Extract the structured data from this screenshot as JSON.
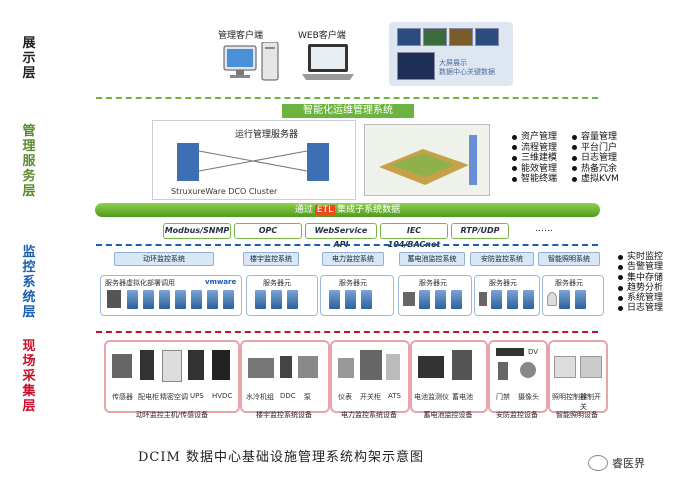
{
  "layers": {
    "presentation": "展示层",
    "management": "管理服务层",
    "monitoring": "监控系统层",
    "field": "现场采集层"
  },
  "presentation": {
    "mgmt_client": "管理客户端",
    "web_client": "WEB客户端",
    "bigscreen_caption_1": "大屏展示",
    "bigscreen_caption_2": "数据中心关键数据"
  },
  "management": {
    "banner": "智能化运维管理系统",
    "server_title": "运行管理服务器",
    "cluster": "StruxureWare DCO Cluster",
    "features_left": [
      "资产管理",
      "流程管理",
      "三维建模",
      "能效管理",
      "智能终端"
    ],
    "features_right": [
      "容量管理",
      "平台门户",
      "日志管理",
      "热备冗余",
      "虚拟KVM"
    ],
    "etl_prefix": "通过",
    "etl_tag": "ETL",
    "etl_suffix": "集成子系统数据"
  },
  "protocols": [
    "Modbus/SNMP",
    "OPC",
    "WebService API",
    "IEC 104/BACnet",
    "RTP/UDP",
    "……"
  ],
  "subsystems": [
    "动环监控系统",
    "楼宇监控系统",
    "电力监控系统",
    "蓄电池监控系统",
    "安防监控系统",
    "智能照明系统"
  ],
  "monitor_groups": {
    "group1": "服务器虚拟化部署调用",
    "vmware": "vmware",
    "server_label": "服务器元"
  },
  "monitor_features": [
    "实时监控",
    "告警管理",
    "集中存储",
    "趋势分析",
    "系统管理",
    "日志管理"
  ],
  "field": {
    "captions": [
      "动环监控主机/传感设备",
      "楼宇监控系统设备",
      "电力监控系统设备",
      "蓄电池监控设备",
      "安防监控设备",
      "智能照明设备"
    ],
    "g1_devices": [
      "传感器",
      "配电柜",
      "精密空调",
      "UPS",
      "HVDC"
    ],
    "g2_devices": [
      "水冷机组",
      "DDC",
      "泵"
    ],
    "g3_devices": [
      "仪表",
      "开关柜",
      "ATS"
    ],
    "g4_devices": [
      "电池监测仪",
      "蓄电池"
    ],
    "g5_devices": [
      "门禁",
      "摄像头"
    ],
    "g5_dv": "DV",
    "g6_devices": [
      "照明控制器",
      "控制开关"
    ]
  },
  "caption": "DCIM 数据中心基础设施管理系统构架示意图",
  "watermark": "睿医界",
  "colors": {
    "green": "#6db33f",
    "blue": "#1a5fb0",
    "red": "#c8102e"
  }
}
